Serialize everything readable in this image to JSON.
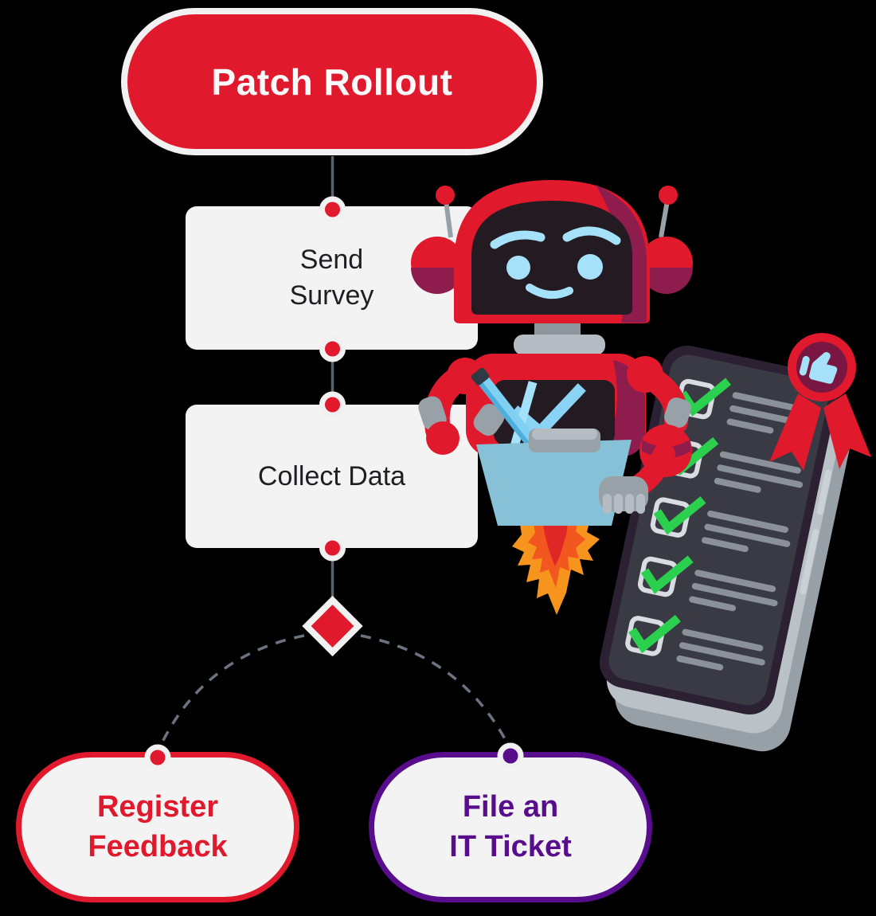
{
  "page": {
    "background": "#000000"
  },
  "flowchart": {
    "start": {
      "label": "Patch Rollout"
    },
    "steps": [
      {
        "label": "Send\nSurvey"
      },
      {
        "label": "Collect Data"
      }
    ],
    "decision": {
      "shape": "diamond",
      "color": "#E0192D"
    },
    "outcomes": [
      {
        "label": "Register\nFeedback",
        "accent": "#E0192D"
      },
      {
        "label": "File an\nIT Ticket",
        "accent": "#570D8C"
      }
    ],
    "connector_dots": {
      "red_count": 5,
      "purple_count": 1
    }
  },
  "illustration": {
    "robot": {
      "icon": "robot-mascot-illustration",
      "chest_icon": "checkmark-icon",
      "held_item": "clipboard",
      "thruster": "rocket-flame"
    },
    "phone": {
      "icon": "smartphone-checklist-illustration",
      "checklist_rows": 5,
      "checklist_all_checked": true
    },
    "badge": {
      "icon": "thumbs-up-award-badge"
    }
  },
  "colors": {
    "red": "#E0192D",
    "maroon-shade": "#8E1C4C",
    "maroon-deep": "#7A1642",
    "purple": "#570D8C",
    "box-bg": "#F4F3F4",
    "white-border": "#F2F1F1",
    "text-dark": "#1F1F23",
    "conn-gray": "#5C636B",
    "dash-gray": "#6B7280",
    "green": "#2BD14E",
    "sky": "#A5E1F8",
    "check-blue": "#8BD3F5",
    "board": "#86C1D7",
    "phone-frame": "#2B2133",
    "phone-screen": "#3A3A44",
    "metal": "#99A1A8",
    "metal-light": "#B5BCC3",
    "bar-gray": "#8A9199",
    "flame-outer": "#F7941E",
    "flame-mid": "#F2571F",
    "flame-core": "#DF2727"
  }
}
